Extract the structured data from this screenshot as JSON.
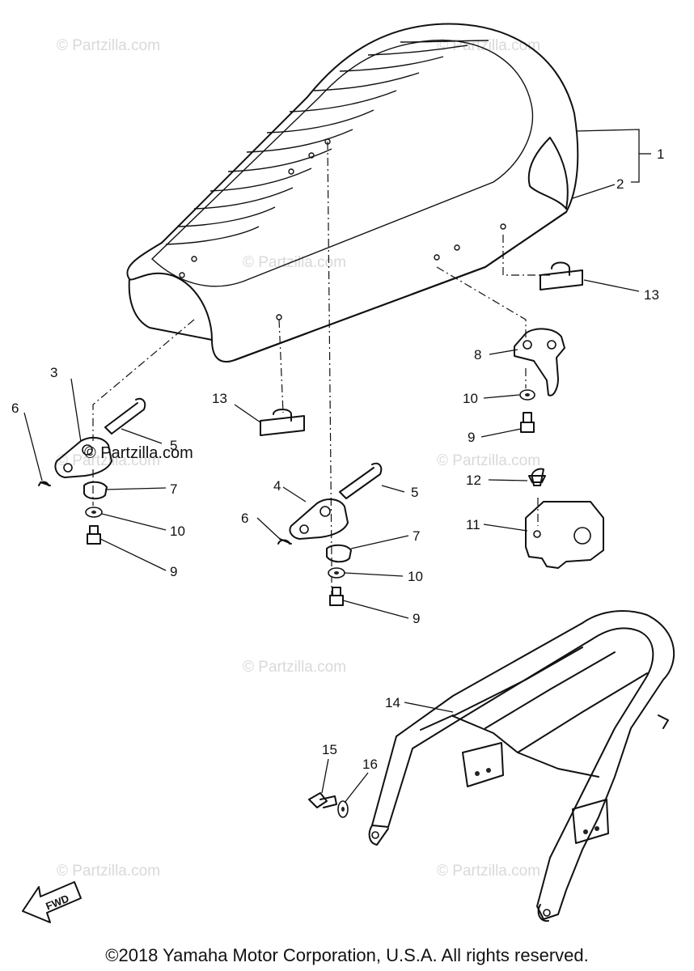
{
  "watermarks": [
    "© Partzilla.com",
    "© Partzilla.com",
    "© Partzilla.com",
    "© Partzilla.com",
    "© Partzilla.com",
    "© Partzilla.com",
    "© Partzilla.com",
    "© Partzilla.com"
  ],
  "watermark_overlay": "© Partzilla.com",
  "callouts": {
    "c1": "1",
    "c2": "2",
    "c3": "3",
    "c4": "4",
    "c5a": "5",
    "c5b": "5",
    "c6a": "6",
    "c6b": "6",
    "c7a": "7",
    "c7b": "7",
    "c8": "8",
    "c9a": "9",
    "c9b": "9",
    "c9c": "9",
    "c10a": "10",
    "c10b": "10",
    "c10c": "10",
    "c11": "11",
    "c12": "12",
    "c13a": "13",
    "c13b": "13",
    "c14": "14",
    "c15": "15",
    "c16": "16"
  },
  "fwd_label": "FWD",
  "copyright": "©2018 Yamaha Motor Corporation, U.S.A. All rights reserved."
}
